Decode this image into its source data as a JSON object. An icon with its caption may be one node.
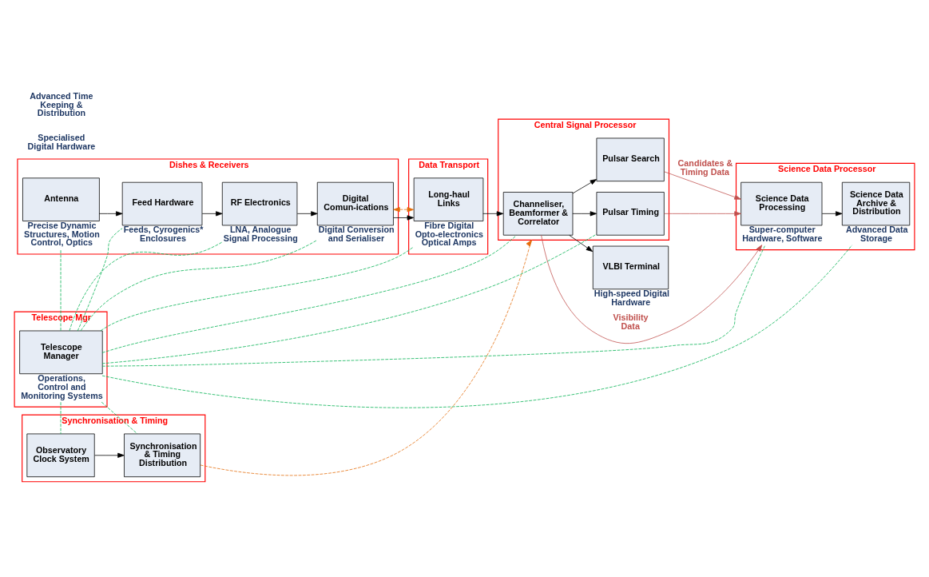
{
  "diagram": {
    "nodes": [
      {
        "text": [
          "Dishes & Receivers"
        ]
      },
      {
        "text": [
          "Antenna"
        ],
        "in": 0,
        "beside": [
          "Precise Dynamic Structures, Motion Control, Optics"
        ]
      },
      {
        "text": [
          "Feed Hardware"
        ],
        "in": 0,
        "beside": [
          "Feeds, Cyrogenics* Enclosures"
        ]
      },
      {
        "text": [
          "RF Electronics"
        ],
        "in": 0,
        "beside": [
          "LNA, Analogue Signal Processing"
        ]
      },
      {
        "text": [
          "Digital Comun-ications"
        ],
        "in": 0,
        "beside": [
          "Digital Conversion and Serialiser"
        ]
      },
      {
        "text": [
          "Data Transport"
        ]
      },
      {
        "text": [
          "Long-haul Links"
        ],
        "in": 5,
        "beside": [
          "Fibre Digital Opto-electronics Optical Amps"
        ]
      },
      {
        "text": [
          "Telescope Mgr"
        ]
      },
      {
        "text": [
          "Telescope Manager"
        ],
        "in": 7,
        "beside": [
          "Operations, Control and Monitoring Systems"
        ]
      },
      {
        "text": [
          "Central Signal Processor"
        ]
      },
      {
        "text": [
          "Channeliser, Beamformer & Correlator"
        ],
        "in": 9
      },
      {
        "text": [
          "Pulsar Search"
        ],
        "in": 9
      },
      {
        "text": [
          "Pulsar Timing"
        ],
        "in": 9
      },
      {
        "text": [
          "VLBI Terminal"
        ],
        "beside": [
          "High-speed Digital Hardware"
        ]
      },
      {
        "text": [
          "Science Data Processor"
        ]
      },
      {
        "text": [
          "Science Data Processing"
        ],
        "in": 14,
        "beside": [
          "Super-computer Hardware, Software"
        ]
      },
      {
        "text": [
          "Science Data Archive & Distribution"
        ],
        "in": 14,
        "beside": [
          "Advanced Data Storage"
        ]
      },
      {
        "text": [
          "Synchronisation & Timing"
        ]
      },
      {
        "text": [
          "Synchronisation & Timing Distribution"
        ],
        "in": 17
      },
      {
        "text": [
          "Observatory Clock System"
        ],
        "in": 17
      }
    ],
    "edges": [
      {
        "from": 1,
        "to": 2,
        "arrow": "to",
        "color": "#000000"
      },
      {
        "from": 2,
        "to": 3,
        "arrow": "to",
        "color": "#000000"
      },
      {
        "from": 3,
        "to": 4,
        "arrow": "to",
        "color": "#000000"
      },
      {
        "from": 4,
        "to": 6,
        "arrow": "to",
        "color": "#000000"
      },
      {
        "from": 6,
        "to": 10,
        "arrow": "to",
        "color": "#000000"
      },
      {
        "from": 10,
        "to": 11,
        "arrow": "to",
        "color": "#000000"
      },
      {
        "from": 10,
        "to": 12,
        "arrow": "to",
        "color": "#000000"
      },
      {
        "from": 10,
        "to": 13,
        "arrow": "to",
        "color": "#000000"
      },
      {
        "from": 10,
        "to": 15,
        "arrow": "to",
        "label": "Visibility Data",
        "color": "#c0504d"
      },
      {
        "from": 11,
        "to": 15,
        "arrow": "to",
        "label": "Candidates & Timing Data",
        "color": "#c0504d"
      },
      {
        "from": 12,
        "to": 15,
        "arrow": "to",
        "color": "#c0504d"
      },
      {
        "from": 15,
        "to": 16,
        "arrow": "to",
        "color": "#000000"
      },
      {
        "from": 19,
        "to": 18,
        "arrow": "to",
        "color": "#000000"
      },
      {
        "from": 4,
        "to": 6,
        "arrow": "both",
        "style": "dashed",
        "color": "#e46c0a"
      },
      {
        "from": 18,
        "to": 9,
        "arrow": "to",
        "style": "dashed",
        "color": "#e46c0a"
      },
      {
        "from": 8,
        "to": 1,
        "arrow": "none",
        "style": "dashed",
        "color": "#00b050"
      },
      {
        "from": 8,
        "to": 2,
        "arrow": "none",
        "style": "dashed",
        "color": "#00b050"
      },
      {
        "from": 8,
        "to": 3,
        "arrow": "none",
        "style": "dashed",
        "color": "#00b050"
      },
      {
        "from": 8,
        "to": 4,
        "arrow": "none",
        "style": "dashed",
        "color": "#00b050"
      },
      {
        "from": 8,
        "to": 6,
        "arrow": "none",
        "style": "dashed",
        "color": "#00b050"
      },
      {
        "from": 8,
        "to": 10,
        "arrow": "none",
        "style": "dashed",
        "color": "#00b050"
      },
      {
        "from": 8,
        "to": 12,
        "arrow": "none",
        "style": "dashed",
        "color": "#00b050"
      },
      {
        "from": 8,
        "to": 15,
        "arrow": "none",
        "style": "dashed",
        "color": "#00b050"
      },
      {
        "from": 8,
        "to": 16,
        "arrow": "none",
        "style": "dashed",
        "color": "#00b050"
      },
      {
        "from": 8,
        "to": 18,
        "arrow": "none",
        "style": "dashed",
        "color": "#00b050"
      },
      {
        "from": 8,
        "to": 19,
        "arrow": "none",
        "style": "dashed",
        "color": "#00b050"
      }
    ],
    "labels": [
      "Specialised Digital Hardware",
      "Advanced Time Keeping & Distribution"
    ]
  }
}
